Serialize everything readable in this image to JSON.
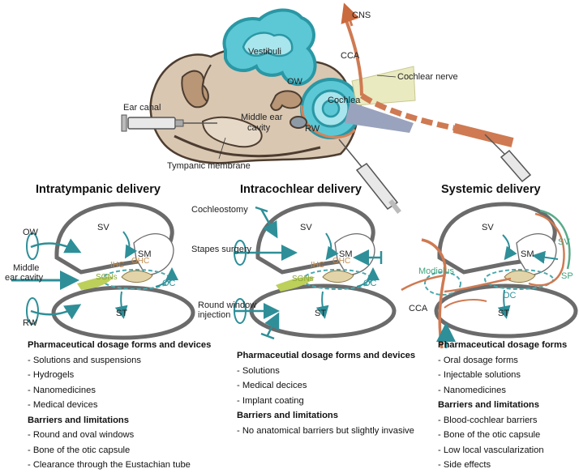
{
  "anatomy": {
    "vestibuli": "Vestibuli",
    "cns": "CNS",
    "cca": "CCA",
    "cochlear_nerve": "Cochlear nerve",
    "ow": "OW",
    "cochlea": "Cochlea",
    "rw": "RW",
    "ear_canal": "Ear canal",
    "middle_ear_cavity_line1": "Middle ear",
    "middle_ear_cavity_line2": "cavity",
    "tympanic_membrane": "Tympanic membrane"
  },
  "panels": [
    {
      "title": "Intratympanic delivery",
      "labels": {
        "sv": "SV",
        "sm": "SM",
        "st": "ST",
        "ihc": "IHC",
        "ohc": "OHC",
        "sgns": "SGNs",
        "oc": "OC",
        "ow": "OW",
        "rw": "RW",
        "middle_line1": "Middle",
        "middle_line2": "ear cavity"
      },
      "sections": [
        {
          "heading": "Pharmaceutical dosage forms and devices",
          "items": [
            "- Solutions and suspensions",
            "- Hydrogels",
            "- Nanomedicines",
            "- Medical devices"
          ]
        },
        {
          "heading": "Barriers and limitations",
          "items": [
            "- Round and oval windows",
            "- Bone of the otic capsule",
            "- Clearance through the Eustachian tube"
          ]
        }
      ]
    },
    {
      "title": "Intracochlear delivery",
      "labels": {
        "sv": "SV",
        "sm": "SM",
        "st": "ST",
        "ihc": "IHC",
        "ohc": "OHC",
        "sgns": "SGNs",
        "oc": "OC",
        "cochleostomy": "Cochleostomy",
        "stapes": "Stapes surgery",
        "rw_line1": "Round window",
        "rw_line2": "injection"
      },
      "sections": [
        {
          "heading": "Pharmaceutial dosage forms and devices",
          "items": [
            "- Solutions",
            "- Medical decices",
            "- Implant coating"
          ]
        },
        {
          "heading": "Barriers and limitations",
          "items": [
            "- No anatomical barriers but slightly invasive"
          ]
        }
      ]
    },
    {
      "title": "Systemic delivery",
      "labels": {
        "sv": "SV",
        "sm": "SM",
        "st": "ST",
        "oc": "OC",
        "modiolus": "Modiolus",
        "sv_vessel": "SV",
        "sp": "SP",
        "cca": "CCA"
      },
      "sections": [
        {
          "heading": "Pharmaceutical dosage forms",
          "items": [
            "- Oral dosage forms",
            "- Injectable solutions",
            "- Nanomedicines"
          ]
        },
        {
          "heading": "Barriers and limitations",
          "items": [
            "- Blood-cochlear barriers",
            "- Bone of the otic capsule",
            "- Low local vascularization",
            "- Side effects"
          ]
        }
      ]
    }
  ],
  "colors": {
    "teal": "#3a9fa6",
    "cyan": "#56c9d6",
    "orange": "#c96a3f",
    "bone": "#c6a98a",
    "bone_dark": "#5b4636",
    "gray_outline": "#6b6b6b",
    "green": "#9ec04a",
    "vessel_green": "#5aaa8a"
  }
}
